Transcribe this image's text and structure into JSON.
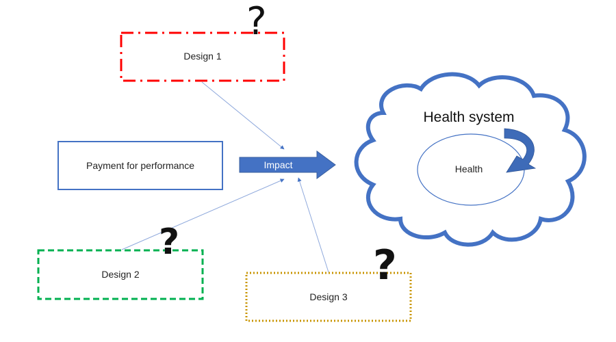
{
  "diagram": {
    "central_box": {
      "label": "Payment for performance",
      "color": "#4472c4"
    },
    "impact_arrow": {
      "label": "Impact",
      "color": "#4472c4"
    },
    "cloud": {
      "label": "Health system",
      "color": "#4472c4"
    },
    "inner_ellipse": {
      "label": "Health",
      "color": "#4472c4"
    },
    "designs": [
      {
        "label": "Design 1",
        "color": "#ff0000",
        "style": "dash-dot",
        "question": "?"
      },
      {
        "label": "Design 2",
        "color": "#00b050",
        "style": "dashed",
        "question": "?"
      },
      {
        "label": "Design 3",
        "color": "#c89400",
        "style": "dotted",
        "question": "?"
      }
    ],
    "connector_color": "#8fa9dc"
  }
}
